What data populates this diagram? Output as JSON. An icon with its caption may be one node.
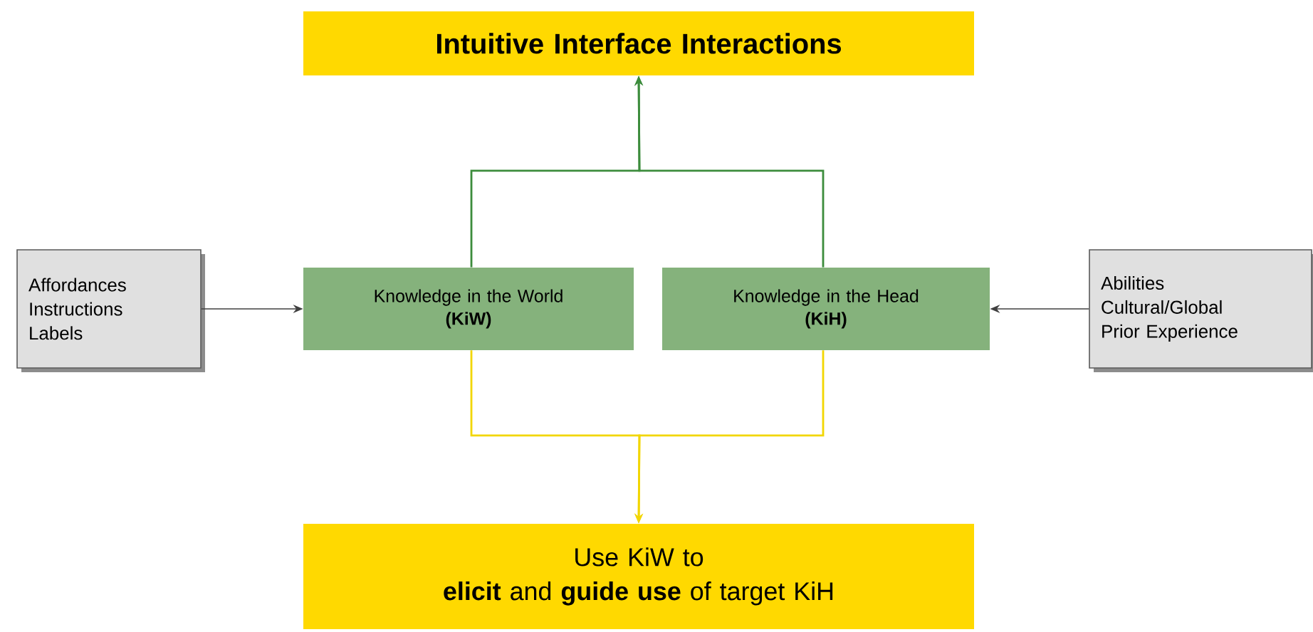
{
  "diagram": {
    "nodes": [
      {
        "text": [
          "Intuitive Interface Interactions"
        ]
      },
      {
        "text": [
          "Affordances",
          "Instructions",
          "Labels"
        ]
      },
      {
        "text": [
          "Knowledge in the World",
          "(KiW)"
        ]
      },
      {
        "text": [
          "Knowledge in the Head",
          "(KiH)"
        ]
      },
      {
        "text": [
          "Abilities",
          "Cultural/Global",
          "Prior Experience"
        ]
      },
      {
        "text": [
          "Use KiW to",
          "**elicit** and **guide use** of target KiH"
        ]
      }
    ],
    "edges": [
      {
        "from": 1,
        "to": 2,
        "arrow": "to"
      },
      {
        "from": 4,
        "to": 3,
        "arrow": "to"
      },
      {
        "from": 2,
        "to": 0,
        "arrow": "to",
        "color": "#3c8c3c"
      },
      {
        "from": 3,
        "to": 0,
        "arrow": "to",
        "color": "#3c8c3c"
      },
      {
        "from": 2,
        "to": 5,
        "arrow": "to",
        "color": "#f2d600"
      },
      {
        "from": 3,
        "to": 5,
        "arrow": "to",
        "color": "#f2d600"
      }
    ]
  }
}
